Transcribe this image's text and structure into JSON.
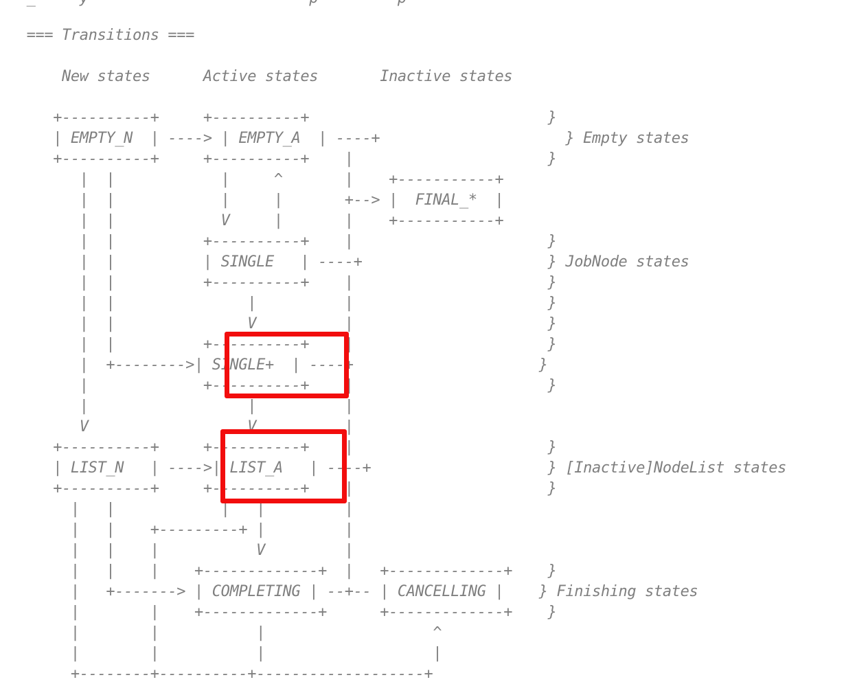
{
  "diagram": {
    "lines": [
      "   _     y                         p         p                 ",
      "",
      "   === Transitions ===",
      "",
      "       New states      Active states       Inactive states",
      "",
      "      +----------+     +----------+                           }",
      "      | EMPTY_N  | ----> | EMPTY_A  | ----+                     } Empty states",
      "      +----------+     +----------+    |                      }",
      "         |  |            |     ^       |    +-----------+",
      "         |  |            |     |       +--> |  FINAL_*  |",
      "         |  |            V     |       |    +-----------+",
      "         |  |          +----------+    |                      }",
      "         |  |          | SINGLE   | ----+                     } JobNode states",
      "         |  |          +----------+    |                      }",
      "         |  |               |          |                      }",
      "         |  |               V          |                      }",
      "         |  |          +----------+    |                      }",
      "         |  +-------->| SINGLE+  | ----+                     }",
      "         |             +----------+    |                      }",
      "         |                  |          |",
      "         V                  V          |",
      "      +----------+     +----------+    |                      }",
      "      | LIST_N   | ---->| LIST_A   | ----+                    } [Inactive]NodeList states",
      "      +----------+     +----------+    |                      }",
      "        |   |            |   |         |",
      "        |   |    +---------+ |         |",
      "        |   |    |           V         |",
      "        |   |    |    +-------------+  |   +-------------+    }",
      "        |   +-------> | COMPLETING | --+-- | CANCELLING |    } Finishing states",
      "        |        |    +-------------+      +-------------+    }",
      "        |        |           |                   ^",
      "        |        |           |                   |",
      "        +--------+----------+-------------------+"
    ]
  }
}
